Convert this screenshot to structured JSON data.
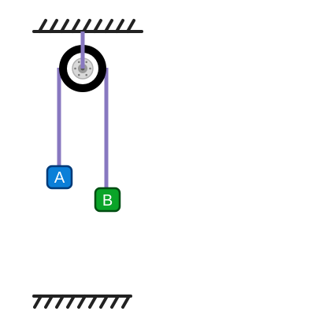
{
  "colors": {
    "rope": "#8878c0",
    "hatch": "#222222",
    "pulley_rim": "#000000",
    "pulley_face": "#ffffff",
    "hub": "#9a9a9a",
    "block_a_fill": "#0b7fd8",
    "block_a_stroke": "#003a78",
    "block_b_fill": "#0aa428",
    "block_b_stroke": "#004d12",
    "label_text": "#ffffff"
  },
  "blocks": [
    {
      "id": "a",
      "label": "A"
    },
    {
      "id": "b",
      "label": "B"
    }
  ],
  "supports": [
    {
      "id": "ceiling",
      "icon": "hatched-ceiling-support"
    },
    {
      "id": "floor",
      "icon": "hatched-floor-support"
    }
  ],
  "pulley": {
    "icon": "pulley-wheel-icon"
  }
}
